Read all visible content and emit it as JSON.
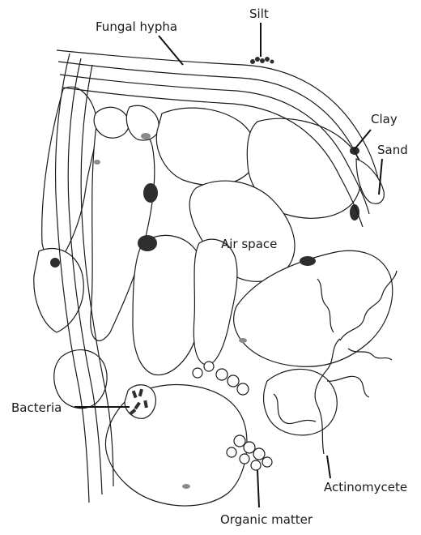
{
  "figure": {
    "labels": {
      "fungal_hypha": "Fungal hypha",
      "silt": "Silt",
      "clay": "Clay",
      "sand": "Sand",
      "air_space": "Air space",
      "bacteria": "Bacteria",
      "actinomycete": "Actinomycete",
      "organic_matter": "Organic matter"
    }
  }
}
